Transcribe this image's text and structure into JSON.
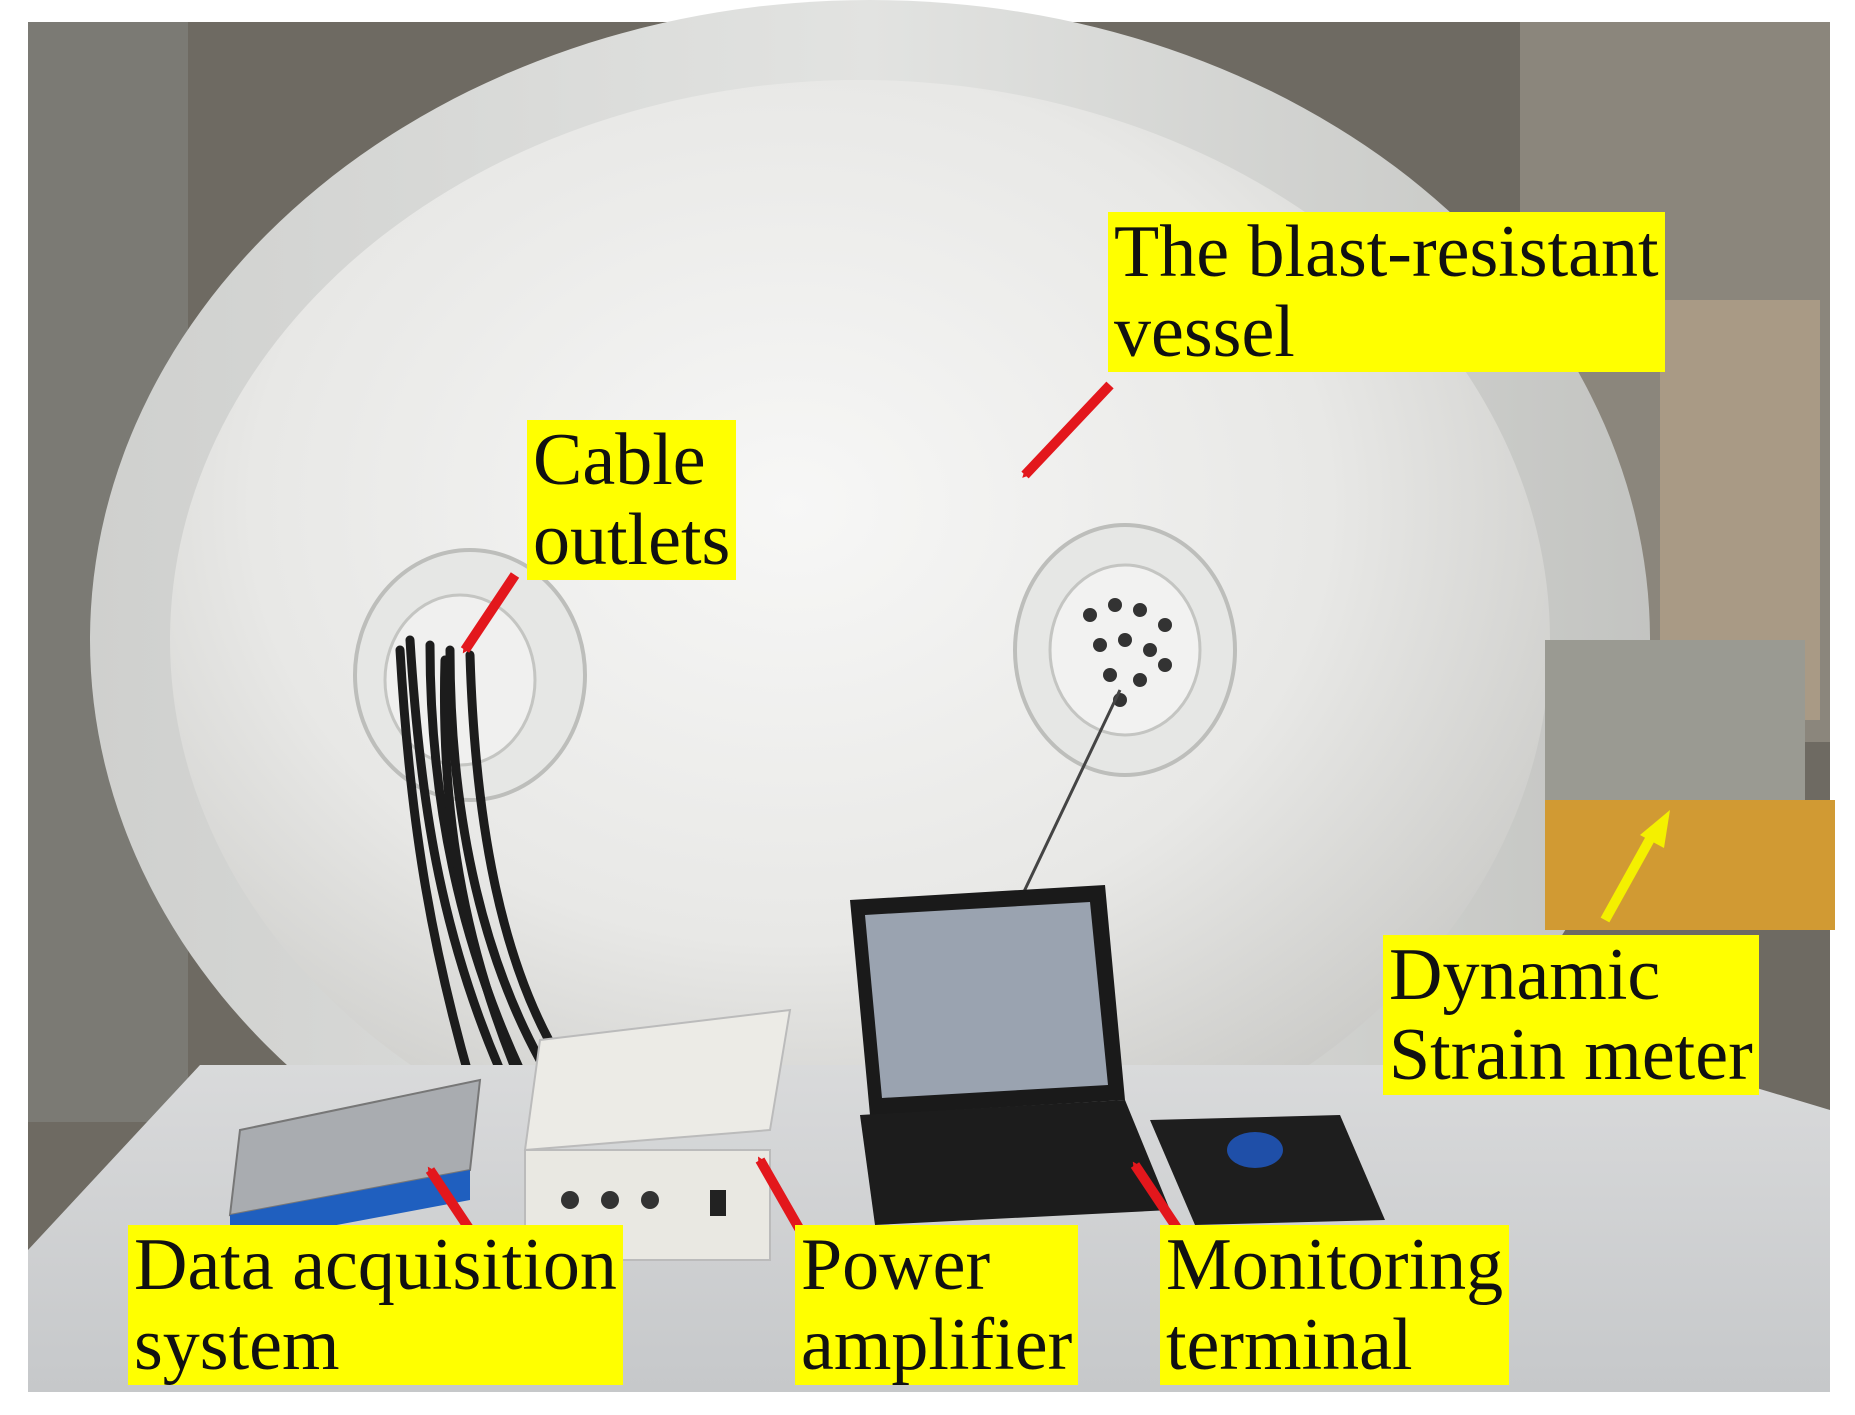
{
  "labels": {
    "vessel": "The blast-resistant\nvessel",
    "cable": "Cable\noutlets",
    "strain": "Dynamic\nStrain meter",
    "daq": "Data acquisition\nsystem",
    "amp": "Power\namplifier",
    "monitor": "Monitoring\nterminal"
  },
  "colors": {
    "label_bg": "#ffff00",
    "arrow_red": "#e3171c",
    "arrow_yellow": "#f4f000"
  }
}
